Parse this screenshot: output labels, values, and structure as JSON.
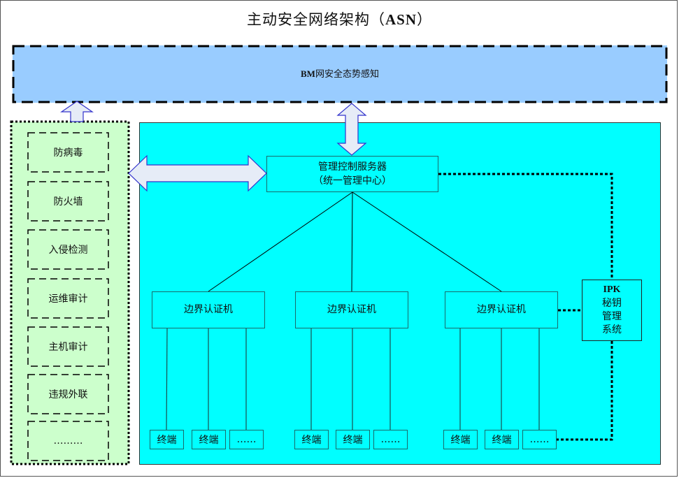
{
  "title": {
    "main": "主动安全网络架构",
    "paren_open": "（",
    "abbr": "ASN",
    "paren_close": "）"
  },
  "situational_awareness": {
    "prefix": "BM",
    "label": "网安全态势感知",
    "fill_color": "#99ccff"
  },
  "security_tools": {
    "fill_color": "#ccffcc",
    "items": [
      "防病毒",
      "防火墙",
      "入侵检测",
      "运维审计",
      "主机审计",
      "违规外联",
      "………"
    ]
  },
  "network_zone": {
    "fill_color": "#00ffff"
  },
  "management_server": {
    "line1": "管理控制服务器",
    "line2": "（统一管理中心）"
  },
  "boundary_gateways": [
    {
      "label": "边界认证机",
      "terminals": [
        "终端",
        "终端",
        "……"
      ]
    },
    {
      "label": "边界认证机",
      "terminals": [
        "终端",
        "终端",
        "……"
      ]
    },
    {
      "label": "边界认证机",
      "terminals": [
        "终端",
        "终端",
        "……"
      ]
    }
  ],
  "key_management": {
    "prefix": "IPK",
    "lines": [
      "秘钥",
      "管理",
      "系统"
    ]
  },
  "arrow_fill_color": "#e6ecf7",
  "arrow_stroke_color": "#3333cc"
}
